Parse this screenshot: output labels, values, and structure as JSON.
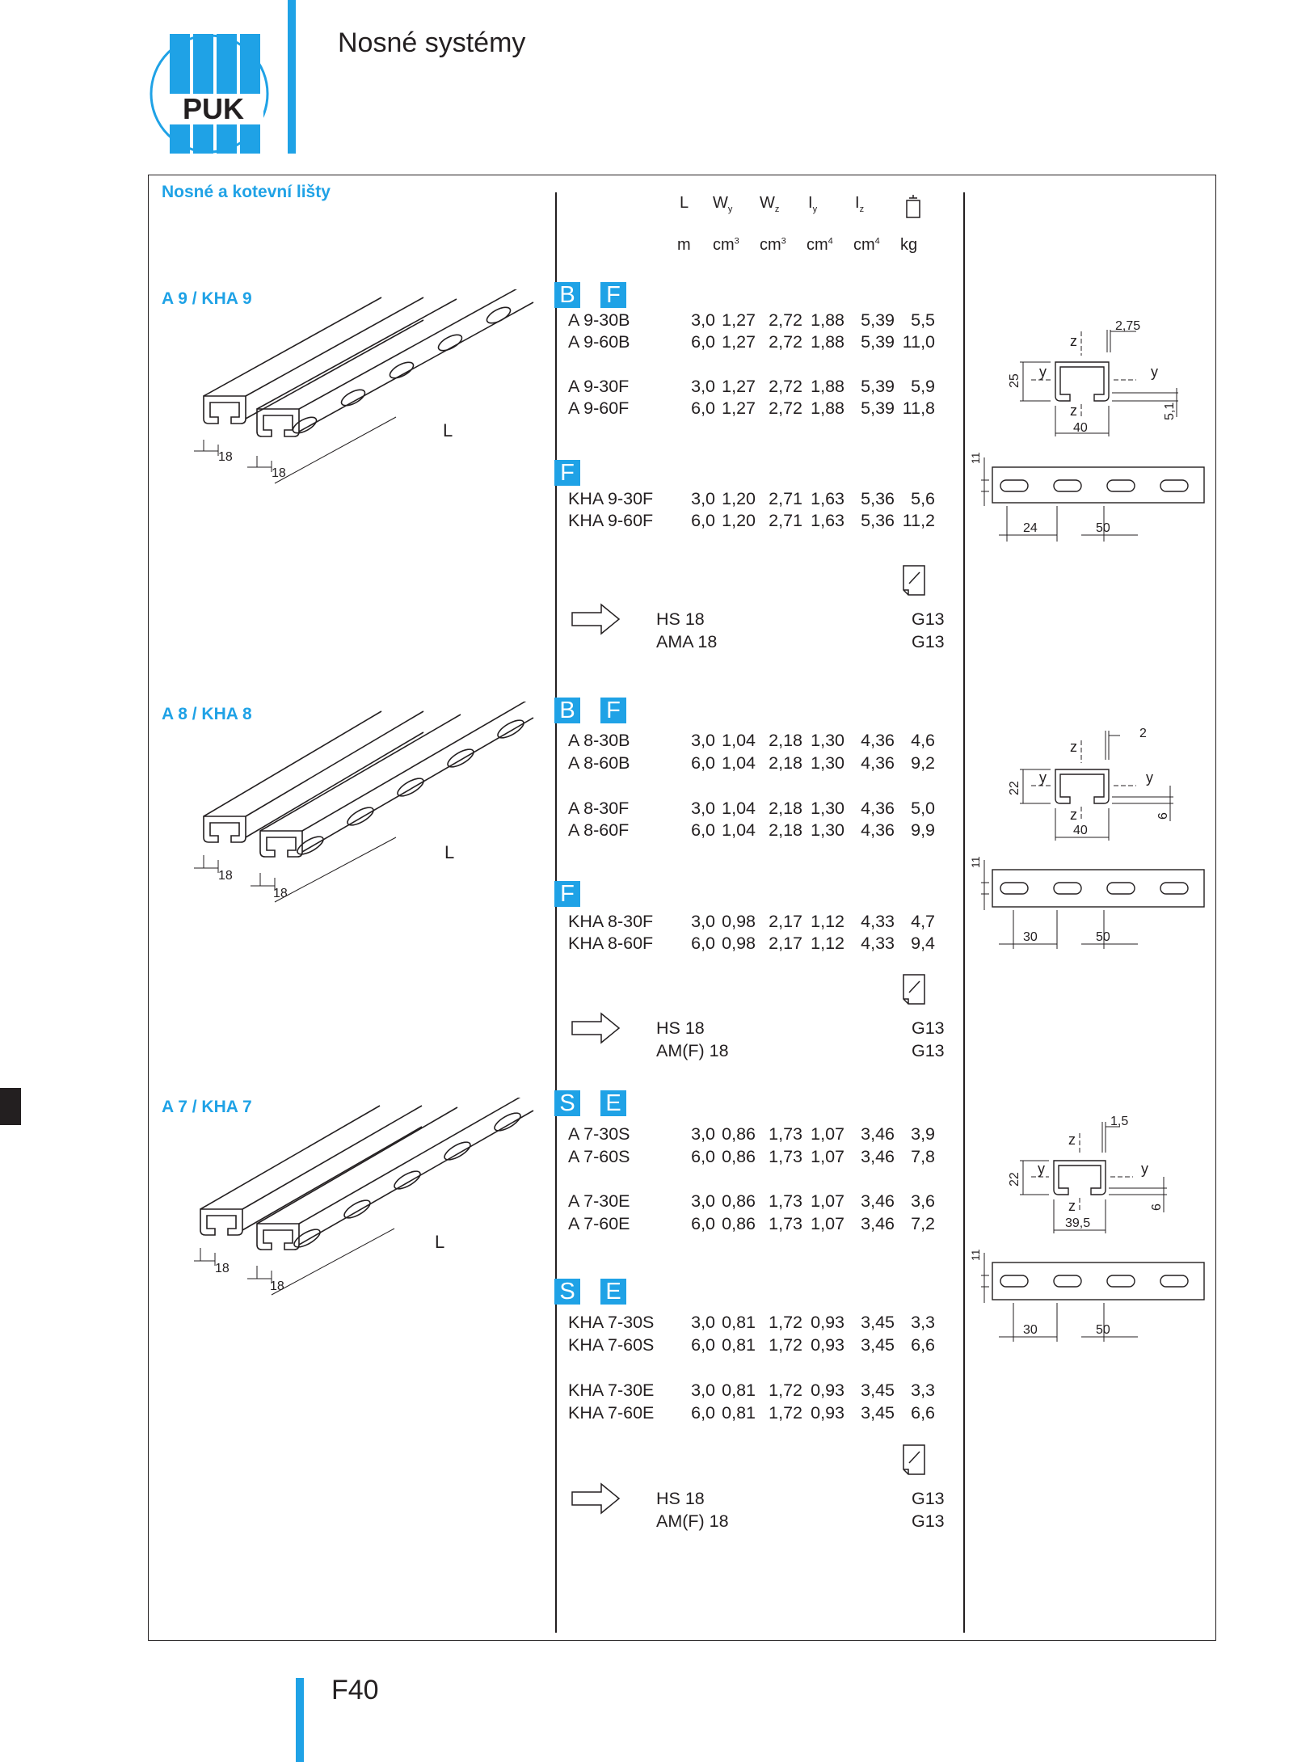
{
  "header": {
    "title": "Nosné systémy",
    "logo_text": "PUK"
  },
  "section": {
    "title": "Nosné a kotevní lišty"
  },
  "columns": {
    "headers": [
      "L",
      "Wy",
      "Wz",
      "Iy",
      "Iz"
    ],
    "units": [
      "m",
      "cm3",
      "cm3",
      "cm4",
      "cm4",
      "kg"
    ],
    "weight_icon": "weight-icon"
  },
  "groups": [
    {
      "title": "A 9 / KHA 9",
      "blocks": [
        {
          "badges": [
            "B",
            "F"
          ],
          "rows": [
            [
              "A 9-30B",
              "3,0",
              "1,27",
              "2,72",
              "1,88",
              "5,39",
              "5,5"
            ],
            [
              "A 9-60B",
              "6,0",
              "1,27",
              "2,72",
              "1,88",
              "5,39",
              "11,0"
            ],
            [
              "A 9-30F",
              "3,0",
              "1,27",
              "2,72",
              "1,88",
              "5,39",
              "5,9"
            ],
            [
              "A 9-60F",
              "6,0",
              "1,27",
              "2,72",
              "1,88",
              "5,39",
              "11,8"
            ]
          ]
        },
        {
          "badges": [
            "F"
          ],
          "rows": [
            [
              "KHA 9-30F",
              "3,0",
              "1,20",
              "2,71",
              "1,63",
              "5,36",
              "5,6"
            ],
            [
              "KHA 9-60F",
              "6,0",
              "1,20",
              "2,71",
              "1,63",
              "5,36",
              "11,2"
            ]
          ]
        }
      ],
      "accessories": [
        [
          "HS 18",
          "G13"
        ],
        [
          "AMA 18",
          "G13"
        ]
      ],
      "drawing": {
        "width_label": "18",
        "length_label": "L"
      },
      "section_dims": {
        "h": "25",
        "b": "40",
        "t": "2,75",
        "lip": "5,1",
        "slot": "11",
        "pitch_start": "24",
        "pitch": "50"
      }
    },
    {
      "title": "A 8 / KHA 8",
      "blocks": [
        {
          "badges": [
            "B",
            "F"
          ],
          "rows": [
            [
              "A 8-30B",
              "3,0",
              "1,04",
              "2,18",
              "1,30",
              "4,36",
              "4,6"
            ],
            [
              "A 8-60B",
              "6,0",
              "1,04",
              "2,18",
              "1,30",
              "4,36",
              "9,2"
            ],
            [
              "A 8-30F",
              "3,0",
              "1,04",
              "2,18",
              "1,30",
              "4,36",
              "5,0"
            ],
            [
              "A 8-60F",
              "6,0",
              "1,04",
              "2,18",
              "1,30",
              "4,36",
              "9,9"
            ]
          ]
        },
        {
          "badges": [
            "F"
          ],
          "rows": [
            [
              "KHA 8-30F",
              "3,0",
              "0,98",
              "2,17",
              "1,12",
              "4,33",
              "4,7"
            ],
            [
              "KHA 8-60F",
              "6,0",
              "0,98",
              "2,17",
              "1,12",
              "4,33",
              "9,4"
            ]
          ]
        }
      ],
      "accessories": [
        [
          "HS 18",
          "G13"
        ],
        [
          "AM(F) 18",
          "G13"
        ]
      ],
      "drawing": {
        "width_label": "18",
        "length_label": "L"
      },
      "section_dims": {
        "h": "22",
        "b": "40",
        "t": "2",
        "lip": "6",
        "slot": "11",
        "pitch_start": "30",
        "pitch": "50"
      }
    },
    {
      "title": "A 7 / KHA 7",
      "blocks": [
        {
          "badges": [
            "S",
            "E"
          ],
          "rows": [
            [
              "A 7-30S",
              "3,0",
              "0,86",
              "1,73",
              "1,07",
              "3,46",
              "3,9"
            ],
            [
              "A 7-60S",
              "6,0",
              "0,86",
              "1,73",
              "1,07",
              "3,46",
              "7,8"
            ],
            [
              "A 7-30E",
              "3,0",
              "0,86",
              "1,73",
              "1,07",
              "3,46",
              "3,6"
            ],
            [
              "A 7-60E",
              "6,0",
              "0,86",
              "1,73",
              "1,07",
              "3,46",
              "7,2"
            ]
          ]
        },
        {
          "badges": [
            "S",
            "E"
          ],
          "rows": [
            [
              "KHA 7-30S",
              "3,0",
              "0,81",
              "1,72",
              "0,93",
              "3,45",
              "3,3"
            ],
            [
              "KHA 7-60S",
              "6,0",
              "0,81",
              "1,72",
              "0,93",
              "3,45",
              "6,6"
            ],
            [
              "KHA 7-30E",
              "3,0",
              "0,81",
              "1,72",
              "0,93",
              "3,45",
              "3,3"
            ],
            [
              "KHA 7-60E",
              "6,0",
              "0,81",
              "1,72",
              "0,93",
              "3,45",
              "6,6"
            ]
          ]
        }
      ],
      "accessories": [
        [
          "HS 18",
          "G13"
        ],
        [
          "AM(F) 18",
          "G13"
        ]
      ],
      "drawing": {
        "width_label": "18",
        "length_label": "L"
      },
      "section_dims": {
        "h": "22",
        "b": "39,5",
        "t": "1,5",
        "lip": "6",
        "slot": "11",
        "pitch_start": "30",
        "pitch": "50"
      }
    }
  ],
  "axis_labels": {
    "y": "y",
    "z": "z"
  },
  "footer": {
    "page": "F40"
  },
  "colors": {
    "accent": "#1fa2e6",
    "text": "#231f20",
    "black_tab": "#231f20"
  }
}
